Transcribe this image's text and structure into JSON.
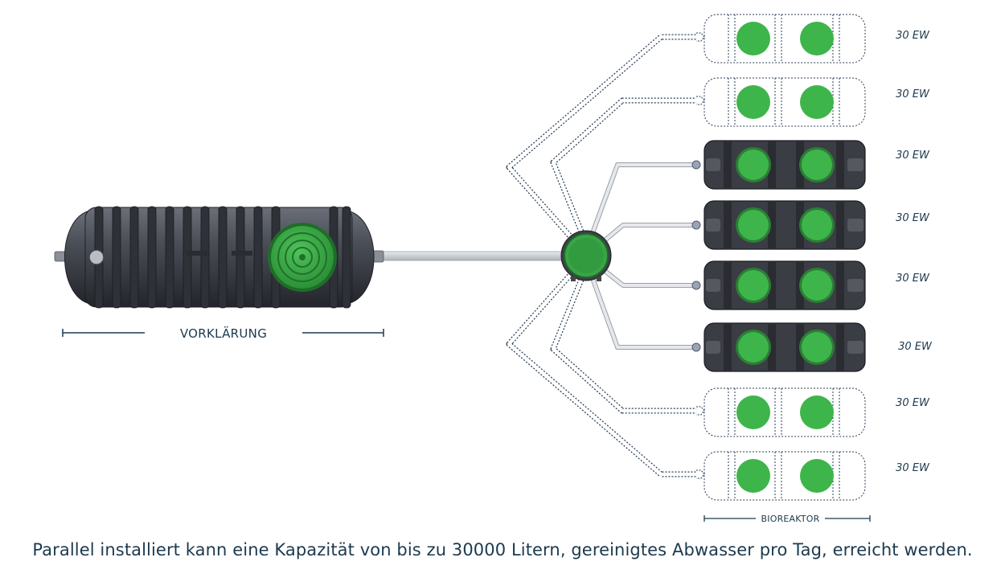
{
  "labels": {
    "pretreatment": "VORKLÄRUNG",
    "bioreactor": "BIOREAKTOR",
    "capacity": [
      "30 EW",
      "30 EW",
      "30 EW",
      "30 EW",
      "30 EW",
      "30 EW",
      "30 EW",
      "30 EW"
    ]
  },
  "caption": "Parallel installiert kann eine Kapazität von bis zu 30000 Litern, gereinigtes Abwasser pro Tag, erreicht werden.",
  "reactors": [
    {
      "state": "optional"
    },
    {
      "state": "optional"
    },
    {
      "state": "installed"
    },
    {
      "state": "installed"
    },
    {
      "state": "installed"
    },
    {
      "state": "installed"
    },
    {
      "state": "optional"
    },
    {
      "state": "optional"
    }
  ],
  "colors": {
    "text": "#1c3a4e",
    "green": "#3db54a",
    "tank_dark": "#3a3d44",
    "dashed": "#2b3e55",
    "pipe": "#c9cdd3"
  }
}
